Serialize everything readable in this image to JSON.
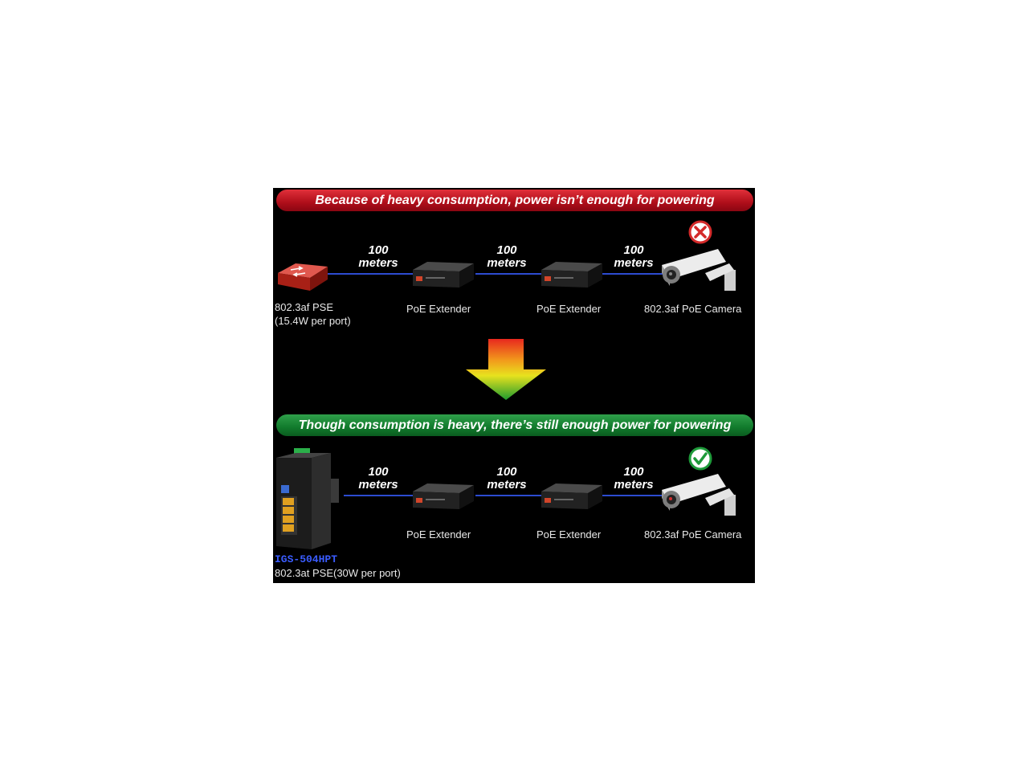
{
  "top_banner": "Because of heavy consumption, power isn’t enough for powering",
  "bottom_banner": "Though consumption is heavy, there’s still enough power for powering",
  "top_row": {
    "distances": [
      "100 meters",
      "100 meters",
      "100 meters"
    ],
    "source_label_line1": "802.3af PSE",
    "source_label_line2": "(15.4W per port)",
    "extender1_label": "PoE Extender",
    "extender2_label": "PoE Extender",
    "camera_label": "802.3af PoE Camera",
    "status_icon": "error-x-icon"
  },
  "bottom_row": {
    "distances": [
      "100 meters",
      "100 meters",
      "100 meters"
    ],
    "source_model": "IGS-504HPT",
    "source_label": "802.3at PSE(30W per port)",
    "extender1_label": "PoE Extender",
    "extender2_label": "PoE Extender",
    "camera_label": "802.3af PoE Camera",
    "status_icon": "check-icon"
  },
  "colors": {
    "background": "#000000",
    "top_banner": "#c8101e",
    "bottom_banner": "#167a2e",
    "cable": "#2c4bd0",
    "model_text": "#3a5cff"
  }
}
